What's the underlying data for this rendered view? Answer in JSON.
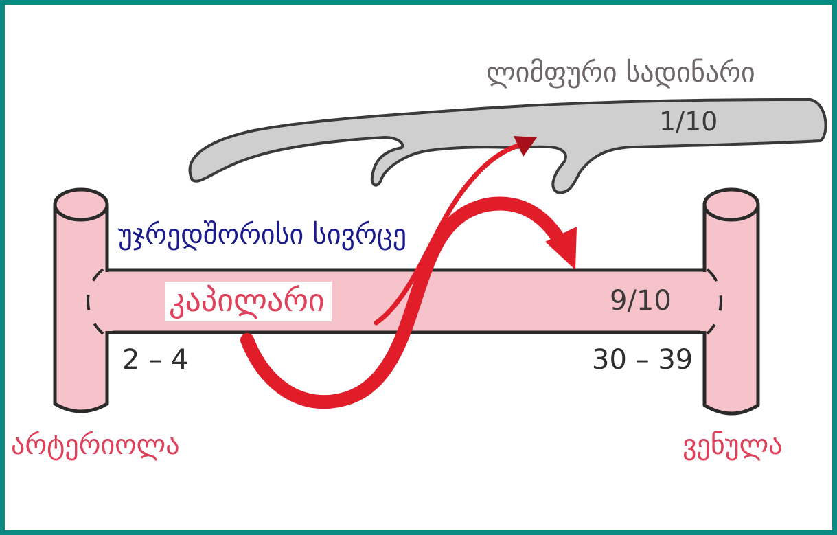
{
  "colors": {
    "frame": "#0b8a84",
    "vessel_fill": "#f6c3cb",
    "lymph_fill": "#cfcfcf",
    "arrow": "#e11d2a",
    "label_red": "#e0405a",
    "label_blue": "#1a1a8c"
  },
  "labels": {
    "lymphatic": "ლიმფური სადინარი",
    "lymph_fraction": "1/10",
    "interstitial_space": "უჯრედშორისი სივრცე",
    "capillary": "კაპილარი",
    "capillary_fraction": "9/10",
    "arterial_end_value": "2 – 4",
    "venous_end_value": "30 – 39",
    "arteriole": "არტერიოლა",
    "venule": "ვენულა"
  }
}
